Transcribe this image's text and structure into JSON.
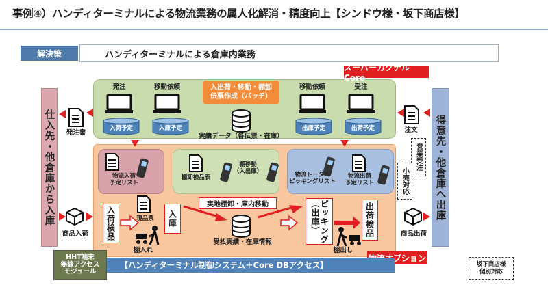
{
  "title": "事例④）ハンディターミナルによる物流業務の属人化解消・精度向上【シンドウ様・坂下商店様】",
  "solution": {
    "tag": "解決策",
    "text": "ハンディターミナルによる倉庫内業務"
  },
  "super_label": "スーパーカクテルCore",
  "butsuryu_label": "物流オプション",
  "left_side": "仕入先・他倉庫から入庫",
  "right_side": "得意先・他倉庫へ出庫",
  "top": {
    "pc_labels": [
      "発注",
      "移動依頼",
      "移動依頼",
      "受注"
    ],
    "disk_labels": [
      "入荷予定",
      "入庫予定",
      "出庫予定",
      "出荷予定"
    ],
    "center_box": "入出荷・移動・棚卸\n伝票作成（バッチ）",
    "db_label": "実績データ（各伝票・在庫）"
  },
  "docs": {
    "hacchu": "発注書",
    "chumon": "注文",
    "butsuryu_nyuka": "物流入荷\n予定リスト",
    "tanaoroshi": "棚卸検品表",
    "tanaido": "棚移動\n（入出庫）",
    "butsuryu_total": "物流トータル\nピッキングリスト",
    "butsuryu_shukka": "物流出荷\n予定リスト",
    "genpin": "現品票"
  },
  "process": {
    "nyuka_kenpin": "入荷検品",
    "nyuko": "入庫",
    "jicchi": "実地棚卸・庫内移動",
    "picking": "ピッキング\n（出庫）",
    "shukka_kenpin": "出荷検品",
    "tanaire": "棚入れ",
    "tanadashi": "棚出し",
    "ukeharai": "受払実績・在庫情報",
    "shohin_nyuka": "商品入荷",
    "shohin_shukka": "商品出荷"
  },
  "dashed": {
    "eigyo": "営業受注",
    "kosaki": "小売対応"
  },
  "hht": "HHT端末\n無線アクセス\nモジュール",
  "bottom_bar": "【ハンディターミナル制御システム＋Core DBアクセス】",
  "legend": "坂下商店様\n個別対応",
  "colors": {
    "accent_red": "#e02020",
    "solution_blue": "#4f7bab",
    "bar_blue": "#4f82b9"
  }
}
